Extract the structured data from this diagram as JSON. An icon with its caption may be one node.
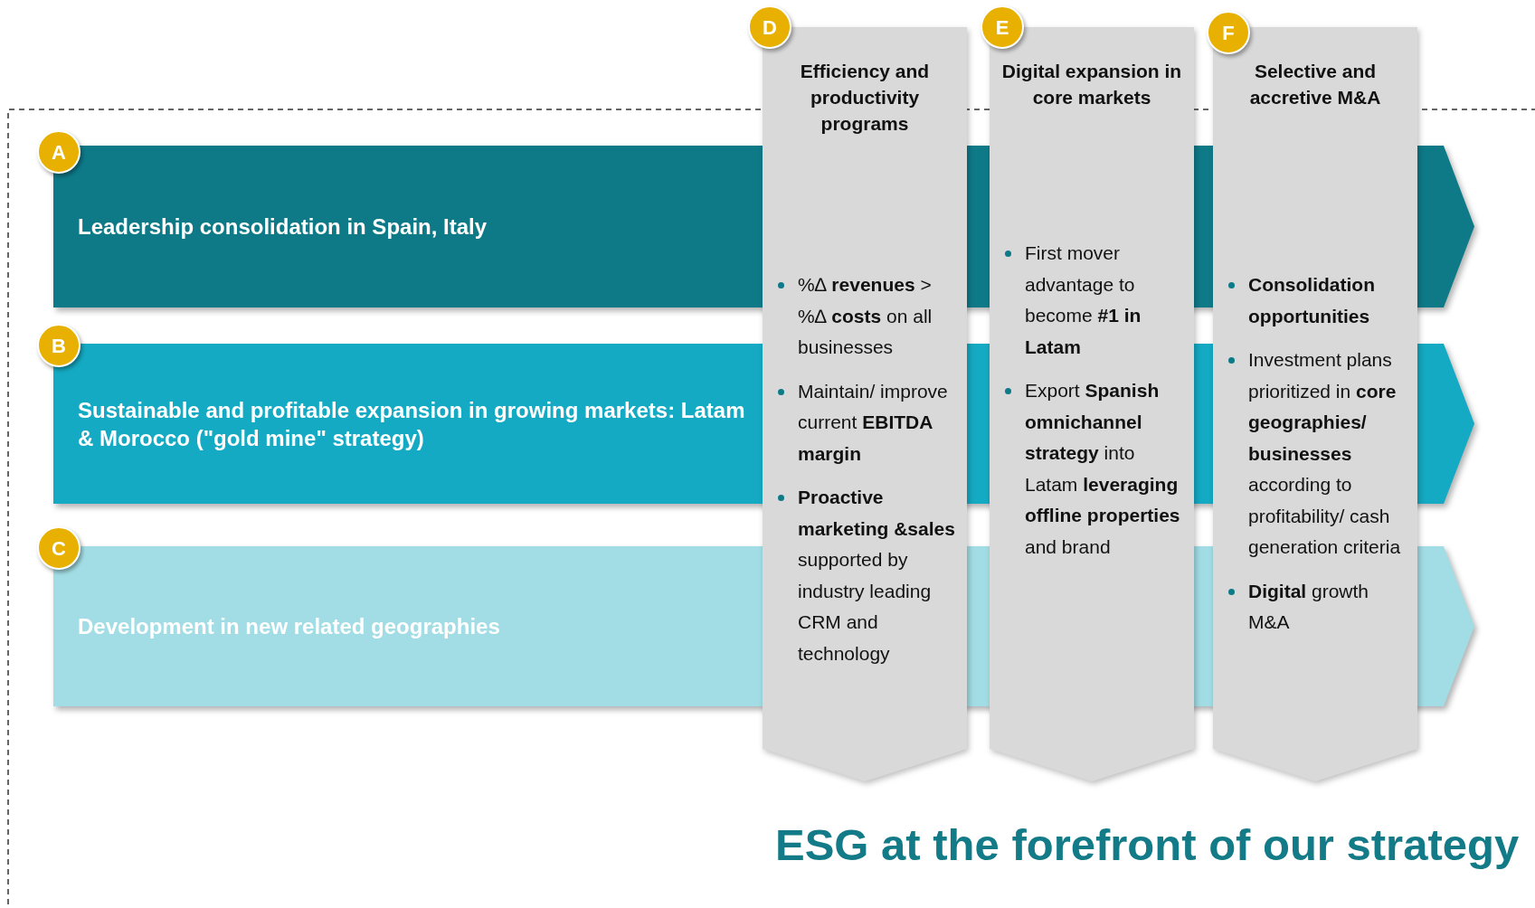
{
  "diagram": {
    "caption": "ESG at the forefront of our strategy",
    "nodes": [
      {
        "text": [
          "A"
        ]
      },
      {
        "text": [
          "Leadership consolidation in Spain, Italy"
        ]
      },
      {
        "text": [
          "B"
        ]
      },
      {
        "text": [
          "Sustainable and profitable expansion in growing markets: Latam & Morocco (\"gold mine\" strategy)"
        ]
      },
      {
        "text": [
          "C"
        ]
      },
      {
        "text": [
          "Development in new related geographies"
        ]
      },
      {
        "text": [
          "D"
        ]
      },
      {
        "text": [
          "Efficiency and productivity programs",
          "%∆ **revenues** > %∆ **costs** on all businesses",
          "Maintain/ improve current **EBITDA margin**",
          "**Proactive marketing &sales** supported by industry leading CRM and technology"
        ]
      },
      {
        "text": [
          "E"
        ]
      },
      {
        "text": [
          "Digital expansion in core markets",
          "First mover advantage to become **#1 in Latam**",
          "Export **Spanish omnichannel strategy** into Latam **leveraging** **offline properties** and brand"
        ]
      },
      {
        "text": [
          "F"
        ]
      },
      {
        "text": [
          "Selective and accretive M&A",
          "**Consolidation opportunities**",
          "Investment plans prioritized in **core geographies/ businesses** according to profitability/ cash generation criteria",
          "**Digital** growth M&A"
        ]
      }
    ],
    "edges": []
  }
}
